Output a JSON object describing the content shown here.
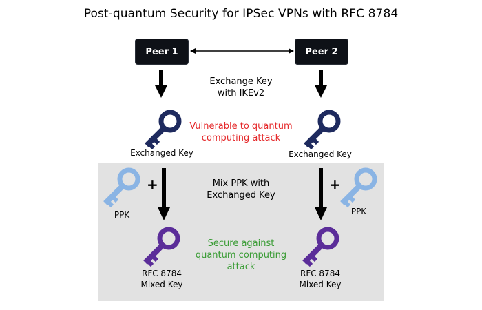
{
  "diagram": {
    "title": "Post-quantum Security for IPSec VPNs with RFC 8784",
    "peers": [
      {
        "id": "peer1",
        "label": "Peer 1"
      },
      {
        "id": "peer2",
        "label": "Peer 2"
      }
    ],
    "exchange_label_line1": "Exchange Key",
    "exchange_label_line2": "with IKEv2",
    "vulnerable_line1": "Vulnerable to quantum",
    "vulnerable_line2": "computing attack",
    "exchanged_key_left": "Exchanged Key",
    "exchanged_key_right": "Exchanged Key",
    "mix_line1": "Mix PPK with",
    "mix_line2": "Exchanged Key",
    "ppk_left": "PPK",
    "ppk_right": "PPK",
    "plus_left": "+",
    "plus_right": "+",
    "secure_line1": "Secure against",
    "secure_line2": "quantum computing",
    "secure_line3": "attack",
    "mixed_left_line1": "RFC 8784",
    "mixed_left_line2": "Mixed Key",
    "mixed_right_line1": "RFC 8784",
    "mixed_right_line2": "Mixed Key",
    "icons": {
      "exchanged_key": "key-icon",
      "ppk_key": "key-icon",
      "mixed_key": "key-icon"
    },
    "colors": {
      "exchanged_key": "#1e2a5e",
      "ppk_key": "#8ab4e4",
      "mixed_key": "#5b2d99",
      "vulnerable_text": "#e5282a",
      "secure_text": "#3a9c35",
      "peer_box": "#0e1117",
      "panel": "#e2e2e2"
    }
  }
}
